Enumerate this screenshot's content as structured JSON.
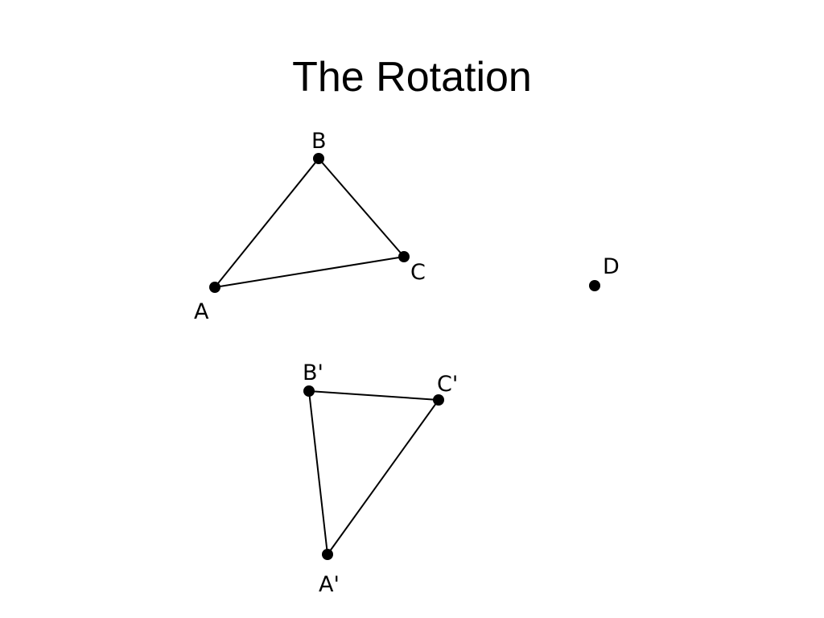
{
  "title": "The Rotation",
  "colors": {
    "ink": "#000000",
    "background": "#ffffff"
  },
  "points": {
    "A": "A",
    "B": "B",
    "C": "C",
    "D": "D",
    "A_prime": "A'",
    "B_prime": "B'",
    "C_prime": "C'"
  }
}
